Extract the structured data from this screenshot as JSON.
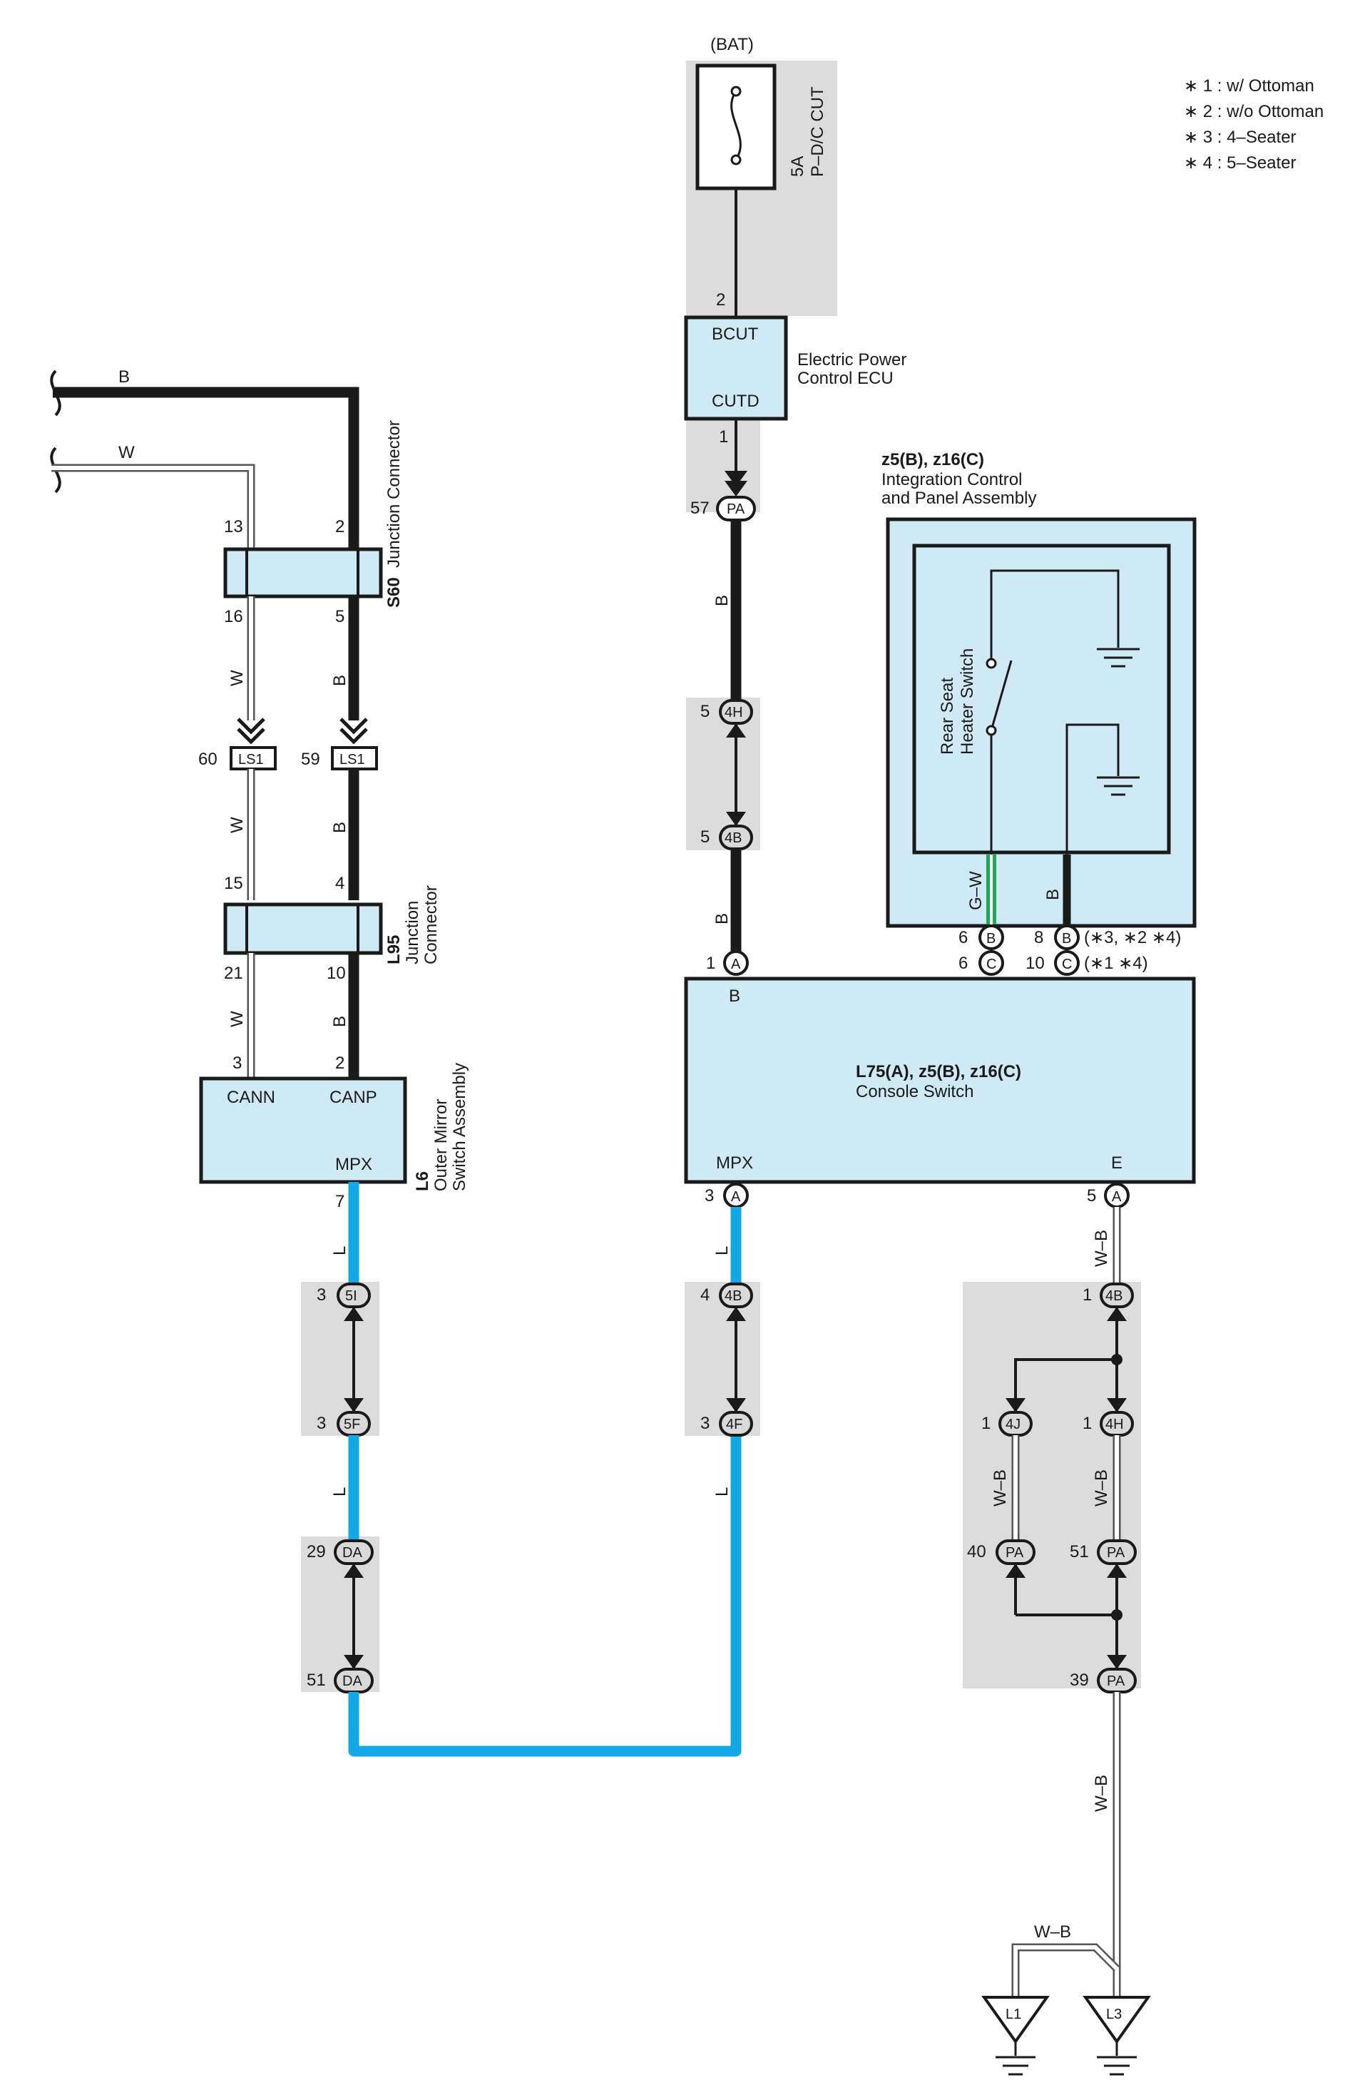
{
  "legend": [
    "∗ 1 : w/ Ottoman",
    "∗ 2 : w/o Ottoman",
    "∗ 3 : 4–Seater",
    "∗ 4 : 5–Seater"
  ],
  "bat_label": "(BAT)",
  "fuse": {
    "rating": "5A",
    "name": "P–D/C CUT"
  },
  "ecu": {
    "name_line1": "Electric Power",
    "name_line2": "Control ECU",
    "pin_top": "BCUT",
    "pin_bottom": "CUTD",
    "pin_top_no": "2",
    "pin_bottom_no": "1"
  },
  "integration": {
    "code": "z5(B), z16(C)",
    "name_line1": "Integration Control",
    "name_line2": "and Panel Assembly",
    "switch_line1": "Rear Seat",
    "switch_line2": "Heater Switch"
  },
  "console": {
    "code": "L75(A), z5(B), z16(C)",
    "name": "Console Switch",
    "pin_b": "B",
    "pin_mpx": "MPX",
    "pin_e": "E"
  },
  "s60": {
    "code": "S60",
    "name": "Junction Connector"
  },
  "l95": {
    "code": "L95",
    "name_line1": "Junction",
    "name_line2": "Connector"
  },
  "l6": {
    "code": "L6",
    "name_line1": "Outer Mirror",
    "name_line2": "Switch Assembly",
    "pin_cann": "CANN",
    "pin_canp": "CANP",
    "pin_mpx": "MPX"
  },
  "wires": {
    "B": "B",
    "W": "W",
    "L": "L",
    "WB": "W–B",
    "GW": "G–W"
  },
  "connectors": {
    "PA": "PA",
    "H4": "4H",
    "B4": "4B",
    "F4": "4F",
    "J4": "4J",
    "I5": "5I",
    "F5": "5F",
    "DA": "DA",
    "LS1": "LS1",
    "A": "A",
    "B": "B",
    "C": "C"
  },
  "pins": {
    "s60_13": "13",
    "s60_2": "2",
    "s60_16": "16",
    "s60_5": "5",
    "ls1_60": "60",
    "ls1_59": "59",
    "l95_15": "15",
    "l95_4": "4",
    "l95_21": "21",
    "l95_10": "10",
    "l6_3": "3",
    "l6_2": "2",
    "l6_7": "7",
    "pa57": "57",
    "h4_5": "5",
    "b4_5": "5",
    "a1": "1",
    "b6": "6",
    "c6": "6",
    "b8": "8",
    "c10": "10",
    "b_note": "(∗3,  ∗2 ∗4)",
    "c_note": "(∗1 ∗4)",
    "a3": "3",
    "a5": "5",
    "i5_3": "3",
    "f5_3": "3",
    "da29": "29",
    "da51": "51",
    "b4_4": "4",
    "f4_3": "3",
    "b4_1": "1",
    "j4_1": "1",
    "h4_1": "1",
    "pa40": "40",
    "pa51": "51",
    "pa39": "39"
  },
  "grounds": {
    "l1": "L1",
    "l3": "L3"
  }
}
